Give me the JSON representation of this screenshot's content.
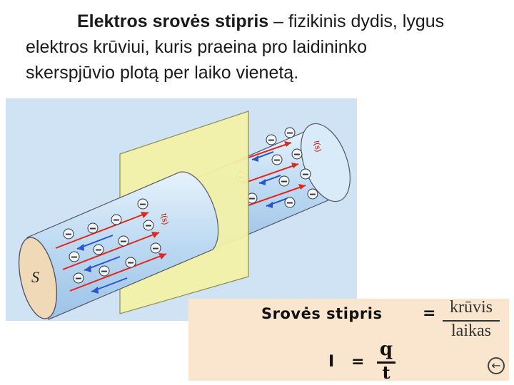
{
  "intro": {
    "term": "Elektros srovės stipris",
    "definition_line1": " – fizikinis dydis, lygus",
    "definition_line2": "elektros krūviui, kuris praeina pro laidininko",
    "definition_line3": "skerspjūvio plotą per laiko vienetą."
  },
  "figure": {
    "area_label": "S",
    "time_label": "t(s)",
    "electron_symbol": "−",
    "colors": {
      "background": "#cfe3f5",
      "cylinder": "#bcd9f2",
      "plane": "#f3f2a8",
      "end_cap": "#efd9b6",
      "field_arrow": "#e0261e",
      "electron_arrow": "#2a55d0"
    }
  },
  "formula": {
    "label": "Srovės stipris",
    "equals": "=",
    "numerator": "krūvis",
    "denominator": "laikas",
    "symbol_I": "I",
    "symbol_q": "q",
    "symbol_t": "t",
    "back_icon": "back-arrow-icon",
    "background": "#fae5ce"
  }
}
